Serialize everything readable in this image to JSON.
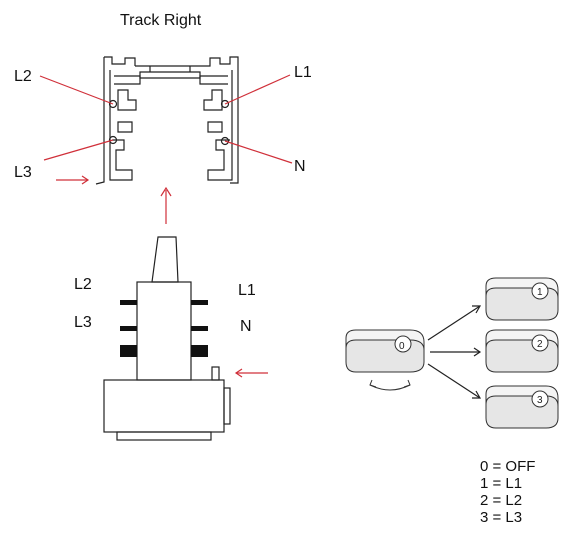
{
  "track_title": "Track Right",
  "track_labels": {
    "l2": "L2",
    "l1": "L1",
    "l3": "L3",
    "n": "N"
  },
  "adapter_labels": {
    "l2": "L2",
    "l1": "L1",
    "l3": "L3",
    "n": "N"
  },
  "dial_positions": [
    "0",
    "1",
    "2",
    "3"
  ],
  "legend": [
    "0 = OFF",
    "1 = L1",
    "2 = L2",
    "3 = L3"
  ],
  "colors": {
    "arrow": "#d0303a",
    "line": "#222222"
  }
}
